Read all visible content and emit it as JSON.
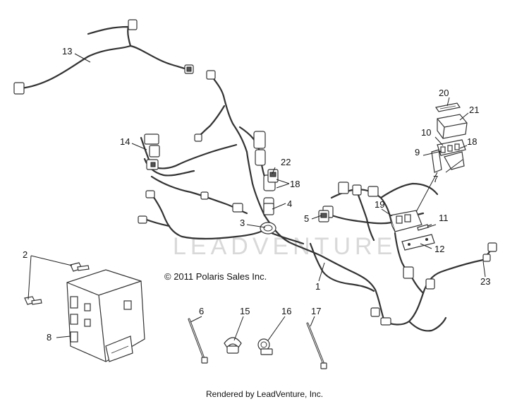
{
  "copyright": "© 2011 Polaris Sales Inc.",
  "rendered_by": "Rendered by LeadVenture, Inc.",
  "watermark": "LEADVENTURE",
  "callouts": {
    "c1": "1",
    "c2": "2",
    "c3": "3",
    "c4": "4",
    "c5": "5",
    "c6": "6",
    "c7": "7",
    "c8": "8",
    "c9": "9",
    "c10": "10",
    "c11": "11",
    "c12": "12",
    "c13": "13",
    "c14": "14",
    "c15": "15",
    "c16": "16",
    "c17": "17",
    "c18a": "18",
    "c18b": "18",
    "c19": "19",
    "c20": "20",
    "c21": "21",
    "c22": "22",
    "c23": "23"
  }
}
